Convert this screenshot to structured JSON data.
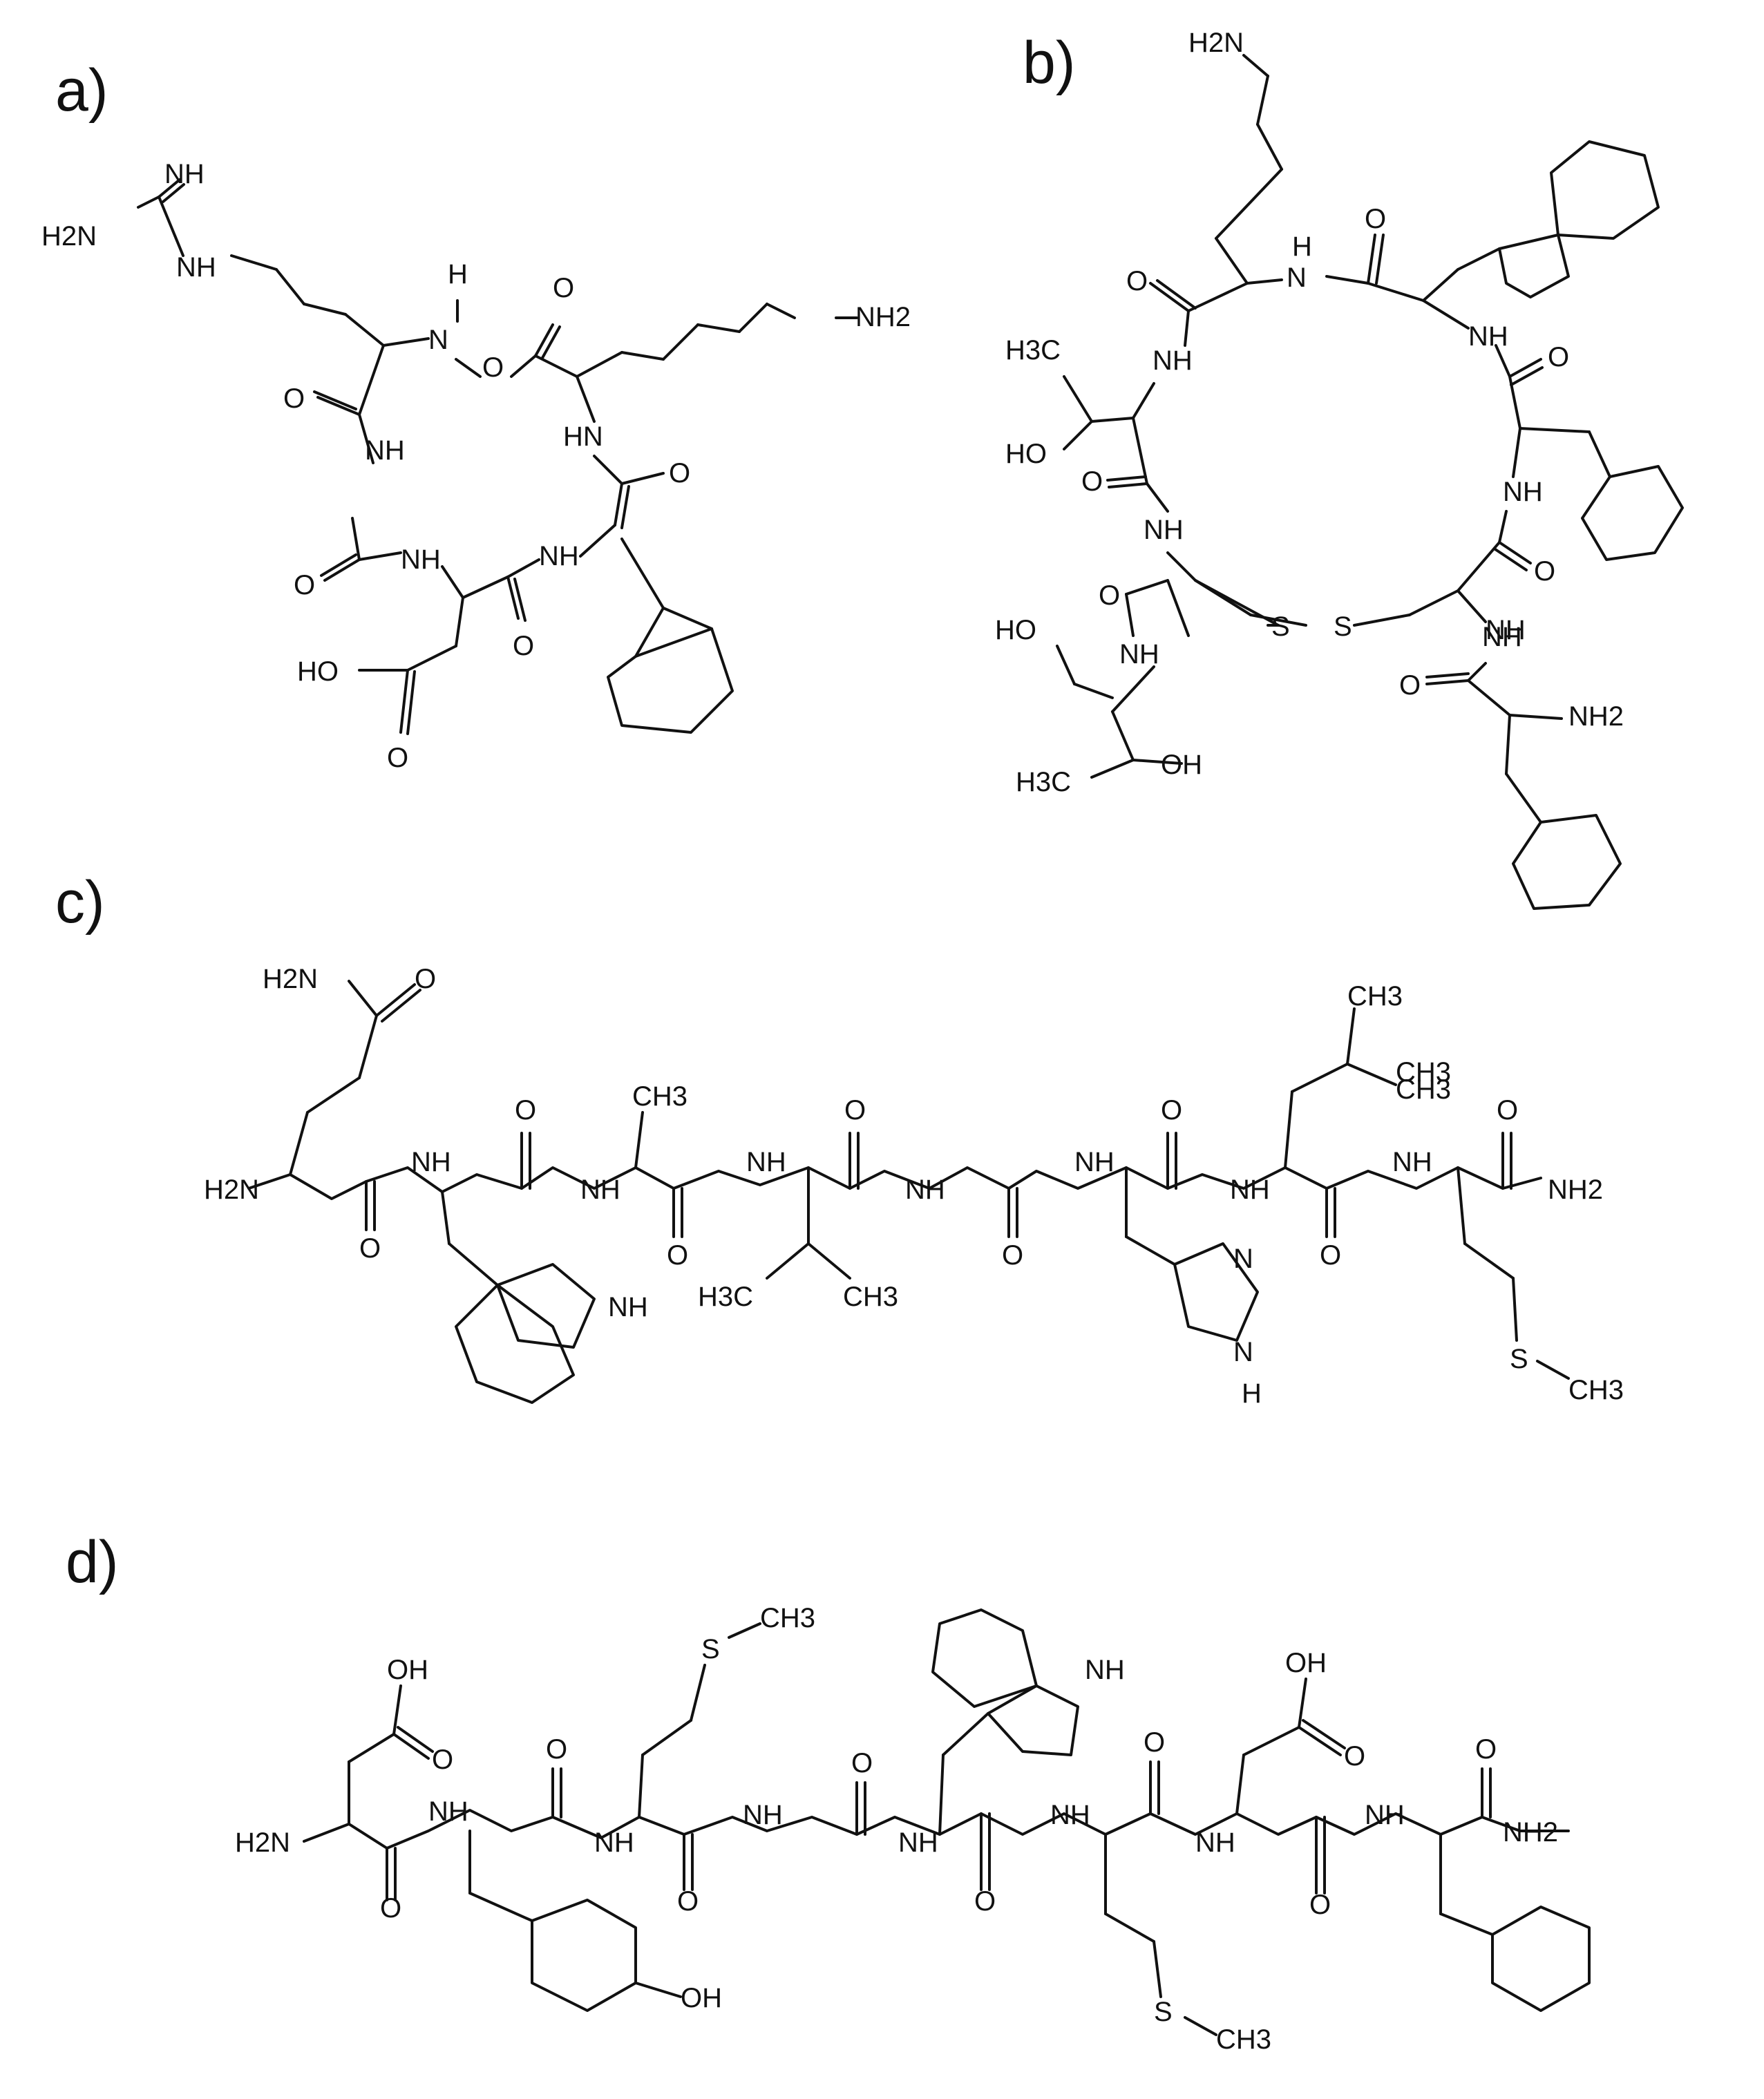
{
  "figure": {
    "panels": [
      {
        "label": "a)",
        "atoms": [
          "NH",
          "H2N",
          "NH",
          "H",
          "N",
          "O",
          "O",
          "NH2",
          "O",
          "NH",
          "HN",
          "O",
          "O",
          "NH",
          "NH",
          "HO",
          "O",
          "O"
        ]
      },
      {
        "label": "b)",
        "atoms": [
          "H2N",
          "H",
          "N",
          "O",
          "O",
          "NH",
          "H3C",
          "NH",
          "O",
          "HO",
          "NH",
          "O",
          "NH",
          "O",
          "NH",
          "S",
          "S",
          "HO",
          "NH",
          "O",
          "NH",
          "O",
          "NH2",
          "H3C",
          "OH"
        ]
      },
      {
        "label": "c)",
        "atoms": [
          "H2N",
          "O",
          "CH3",
          "CH3",
          "O",
          "CH3",
          "O",
          "O",
          "CH3",
          "O",
          "H2N",
          "NH",
          "NH",
          "NH",
          "NH",
          "NH",
          "NH",
          "NH",
          "NH2",
          "O",
          "O",
          "O",
          "O",
          "H3C",
          "CH3",
          "NH",
          "N",
          "N",
          "H",
          "S",
          "CH3"
        ]
      },
      {
        "label": "d)",
        "atoms": [
          "S",
          "CH3",
          "NH",
          "OH",
          "OH",
          "O",
          "O",
          "O",
          "O",
          "O",
          "H2N",
          "NH",
          "NH",
          "NH",
          "NH",
          "NH",
          "NH",
          "NH",
          "NH2",
          "O",
          "O",
          "O",
          "O",
          "O",
          "S",
          "CH3",
          "OH"
        ]
      }
    ]
  }
}
